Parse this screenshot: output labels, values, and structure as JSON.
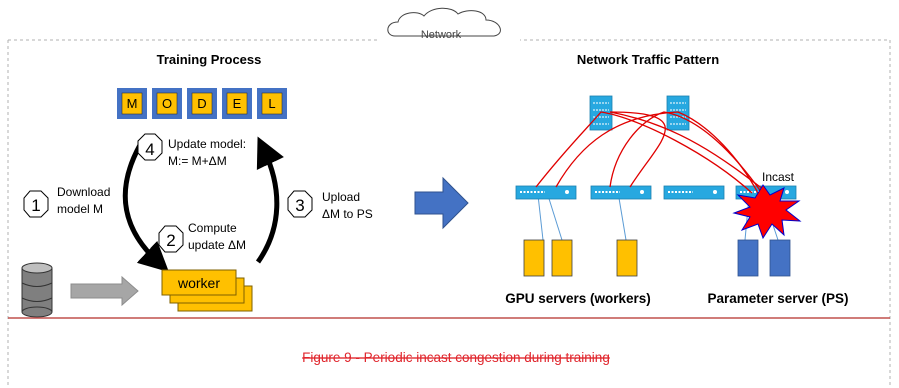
{
  "cloud_label": "Network",
  "left_panel": {
    "title": "Training Process",
    "model_letters": [
      "M",
      "O",
      "D",
      "E",
      "L"
    ],
    "steps": [
      {
        "num": "1",
        "line1": "Download",
        "line2": "model M"
      },
      {
        "num": "2",
        "line1": "Compute",
        "line2": "update ΔM"
      },
      {
        "num": "3",
        "line1": "Upload",
        "line2": "ΔM to PS"
      },
      {
        "num": "4",
        "line1": "Update model:",
        "line2": "M:= M+ΔM"
      }
    ],
    "worker_label": "worker"
  },
  "right_panel": {
    "title": "Network Traffic Pattern",
    "incast_label": "Incast",
    "gpu_label": "GPU servers (workers)",
    "ps_label": "Parameter server (PS)"
  },
  "caption": "Figure 9 - Periodic incast congestion during training",
  "colors": {
    "accent_blue": "#4472c4",
    "box_yellow": "#ffc000",
    "switch_blue": "#27a8e0",
    "flow_red": "#e00000",
    "burst_red": "#ff0000",
    "burst_edge": "#0000cc",
    "caption_red": "#e0262d",
    "baseline_red": "#c0504d"
  }
}
